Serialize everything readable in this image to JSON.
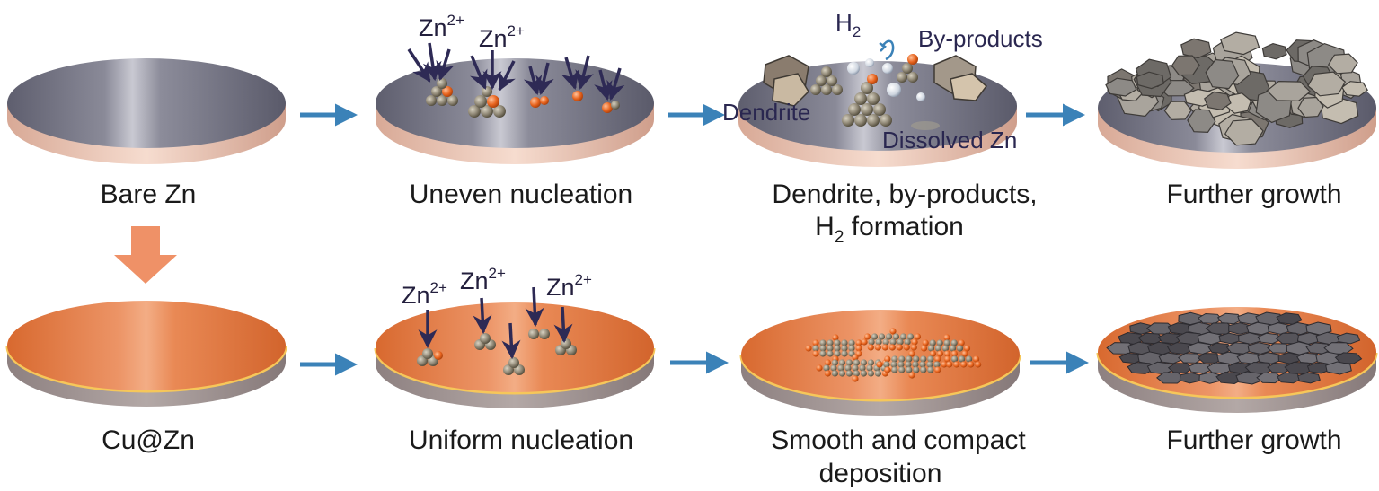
{
  "row_top": {
    "captions": {
      "bare": "Bare Zn",
      "uneven": "Uneven nucleation",
      "dendrite_line1": "Dendrite, by-products,",
      "dendrite_line2_pre": "H",
      "dendrite_line2_sub": "2",
      "dendrite_line2_post": " formation",
      "growth": "Further growth"
    },
    "ion_label": {
      "base": "Zn",
      "sup": "2+"
    },
    "annotations": {
      "h2_base": "H",
      "h2_sub": "2",
      "byproducts": "By-products",
      "dendrite": "Dendrite",
      "dissolved": "Dissolved Zn"
    }
  },
  "row_bottom": {
    "captions": {
      "cuzn": "Cu@Zn",
      "uniform": "Uniform nucleation",
      "smooth_line1": "Smooth and compact",
      "smooth_line2": "deposition",
      "growth": "Further growth"
    },
    "ion_label": {
      "base": "Zn",
      "sup": "2+"
    }
  },
  "colors": {
    "zn_disk_top": "#70707e",
    "zn_disk_rim": "#e7bfae",
    "cu_disk_top": "#e07a44",
    "cu_disk_rim": "#9c9090",
    "cu_yellow_line": "#f6c75a",
    "flow_arrow": "#3b82b8",
    "down_arrow": "#ef9167",
    "ion_arrow": "#2e2a55",
    "zn_atom": "#8c8472",
    "cu_atom": "#e8641e"
  }
}
